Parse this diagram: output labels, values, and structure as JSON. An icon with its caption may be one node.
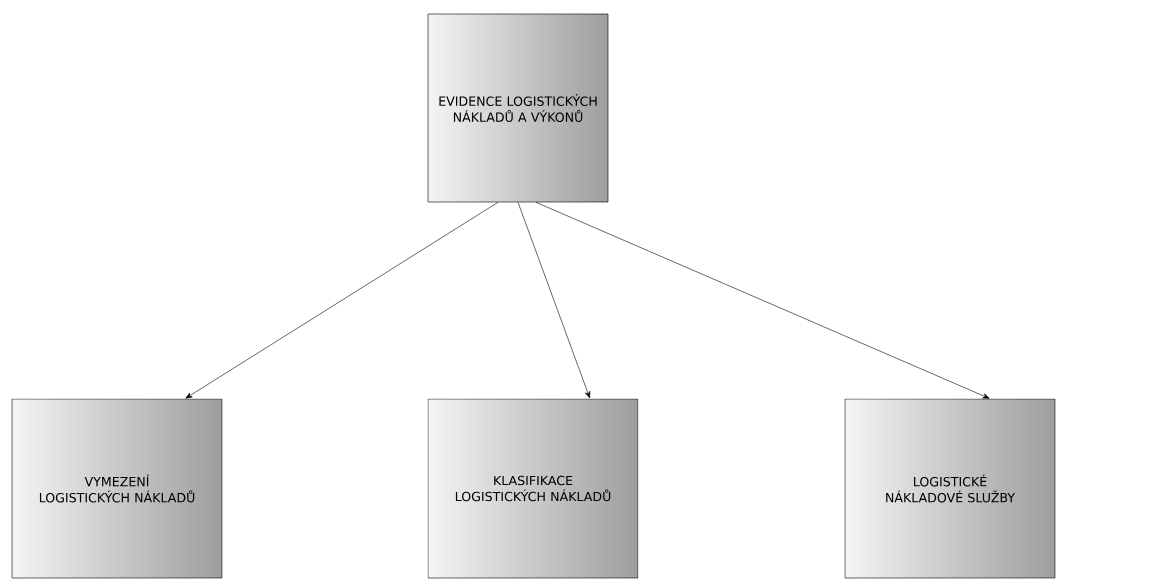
{
  "diagram": {
    "nodes": [
      {
        "text": [
          "EVIDENCE LOGISTICKÝCH NÁKLADŮ A VÝKONŮ"
        ]
      },
      {
        "text": [
          "VYMEZENÍ LOGISTICKÝCH NÁKLADŮ"
        ]
      },
      {
        "text": [
          "KLASIFIKACE LOGISTICKÝCH NÁKLADŮ"
        ]
      },
      {
        "text": [
          "LOGISTICKÉ NÁKLADOVÉ SLUŽBY"
        ]
      }
    ],
    "edges": [
      {
        "from": 0,
        "to": 1,
        "arrow": "to"
      },
      {
        "from": 0,
        "to": 2,
        "arrow": "to"
      },
      {
        "from": 0,
        "to": 3,
        "arrow": "to"
      }
    ]
  }
}
